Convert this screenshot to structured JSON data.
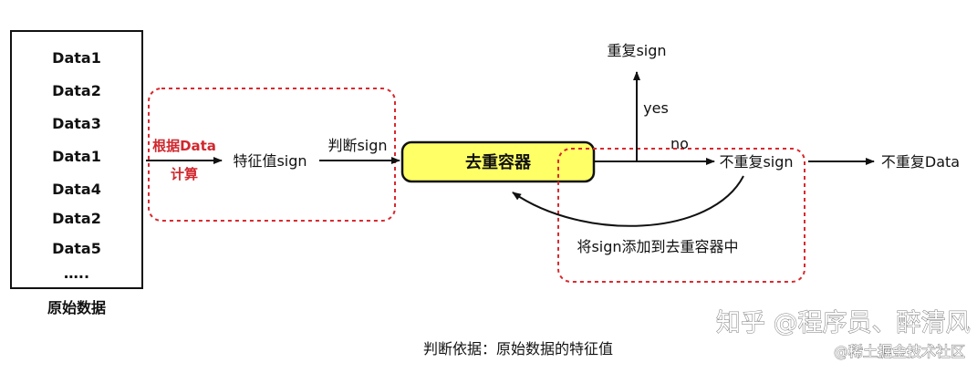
{
  "source_box": {
    "items": [
      "Data1",
      "Data2",
      "Data3",
      "Data1",
      "Data4",
      "Data2",
      "Data5",
      "….."
    ],
    "caption": "原始数据"
  },
  "compute_label_line1": "根据Data",
  "compute_label_line2": "计算",
  "feature_label": "特征值sign",
  "judge_label": "判断sign",
  "container_label": "去重容器",
  "dup_label": "重复sign",
  "yes_label": "yes",
  "no_label": "no",
  "nondup_label": "不重复sign",
  "output_label": "不重复Data",
  "add_label": "将sign添加到去重容器中",
  "basis_caption": "判断依据：原始数据的特征值",
  "watermark_main": "知乎 @程序员、醉清风",
  "watermark_sub": "@稀土掘金技术社区",
  "colors": {
    "highlight_fill": "#ffff66",
    "dashed_red": "#d9292e",
    "label_red": "#d0282e",
    "line": "#111111"
  }
}
